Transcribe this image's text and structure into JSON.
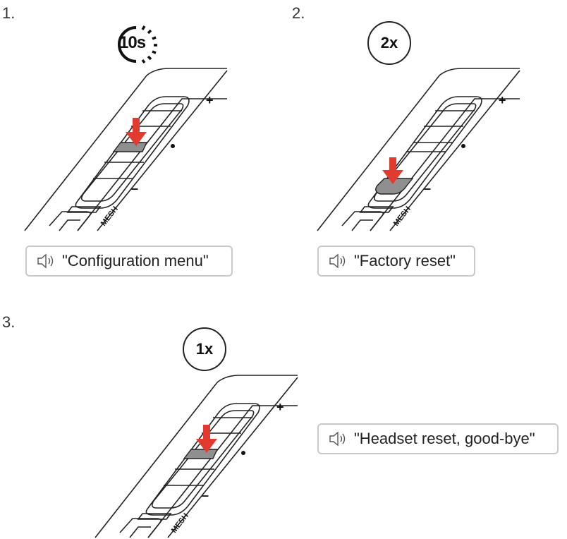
{
  "steps": [
    {
      "number": "1.",
      "badge": "10s",
      "prompt": "\"Configuration menu\"",
      "device_label": "MESH"
    },
    {
      "number": "2.",
      "badge": "2x",
      "prompt": "\"Factory reset\"",
      "device_label": "MESH"
    },
    {
      "number": "3.",
      "badge": "1x",
      "prompt": "\"Headset reset, good-bye\"",
      "device_label": "MESH"
    }
  ],
  "device_symbols": {
    "plus": "+",
    "dot": "•",
    "minus": "–"
  },
  "colors": {
    "arrow": "#e23a2e",
    "highlight": "#8f8f8f",
    "prompt_border": "#c9c9c9",
    "line": "#222222"
  },
  "icons": {
    "speaker": "speaker-icon",
    "timer": "timer-icon",
    "arrow": "press-arrow-icon"
  }
}
